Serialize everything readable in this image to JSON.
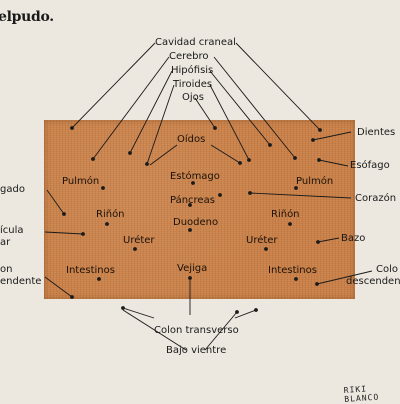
{
  "title": "elpudo.",
  "signature": "RIKI BLANCO",
  "labels": {
    "cavidad": "Cavidad craneal",
    "cerebro": "Cerebro",
    "hipofisis": "Hipófisis",
    "tiroides": "Tiroides",
    "ojos": "Ojos",
    "oidos": "Oídos",
    "dientes": "Dientes",
    "esofago": "Esófago",
    "pulmon_l": "Pulmón",
    "pulmon_r": "Pulmón",
    "estomago": "Estómago",
    "corazon": "Corazón",
    "higado": "gado",
    "pancreas": "Páncreas",
    "duodeno": "Duodeno",
    "rinon_l": "Riñón",
    "rinon_r": "Riñón",
    "vesicula_1": "ícula",
    "vesicula_2": "ar",
    "ureter_l": "Uréter",
    "ureter_r": "Uréter",
    "bazo": "Bazo",
    "colon_asc_1": "on",
    "colon_asc_2": "endente",
    "intestinos_l": "Intestinos",
    "vejiga": "Vejiga",
    "intestinos_r": "Intestinos",
    "colon_desc_1": "Colo",
    "colon_desc_2": "descendent",
    "colon_trans": "Colon transverso",
    "bajo_vientre": "Bajo vientre"
  }
}
